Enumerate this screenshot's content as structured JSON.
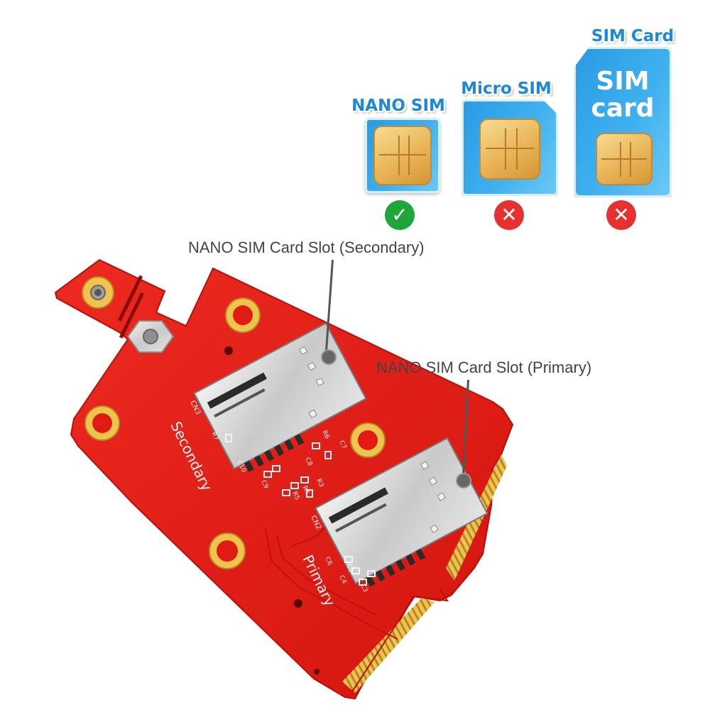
{
  "sim_types": [
    {
      "title": "NANO SIM",
      "status": "compatible",
      "status_glyph": "✓"
    },
    {
      "title": "Micro SIM",
      "status": "incompatible",
      "status_glyph": "✕"
    },
    {
      "title": "SIM Card",
      "status": "incompatible",
      "status_glyph": "✕",
      "card_text": [
        "SIM",
        "card"
      ]
    }
  ],
  "callouts": {
    "secondary": "NANO SIM Card Slot (Secondary)",
    "primary": "NANO SIM Card Slot (Primary)"
  },
  "board_silkscreen": {
    "secondary": "Secondary",
    "primary": "Primary",
    "cn3": "CN3",
    "cn2": "CN2",
    "refs": [
      "R7",
      "C10",
      "C9",
      "R5",
      "R4",
      "R3",
      "C8",
      "R6",
      "C7",
      "C6",
      "C5",
      "C4",
      "C3"
    ]
  },
  "colors": {
    "sim_blue": "#2a9be4",
    "pcb_red": "#e01b16",
    "gold": "#e6b33c",
    "check_green": "#1fa53a",
    "cross_red": "#e53130"
  }
}
